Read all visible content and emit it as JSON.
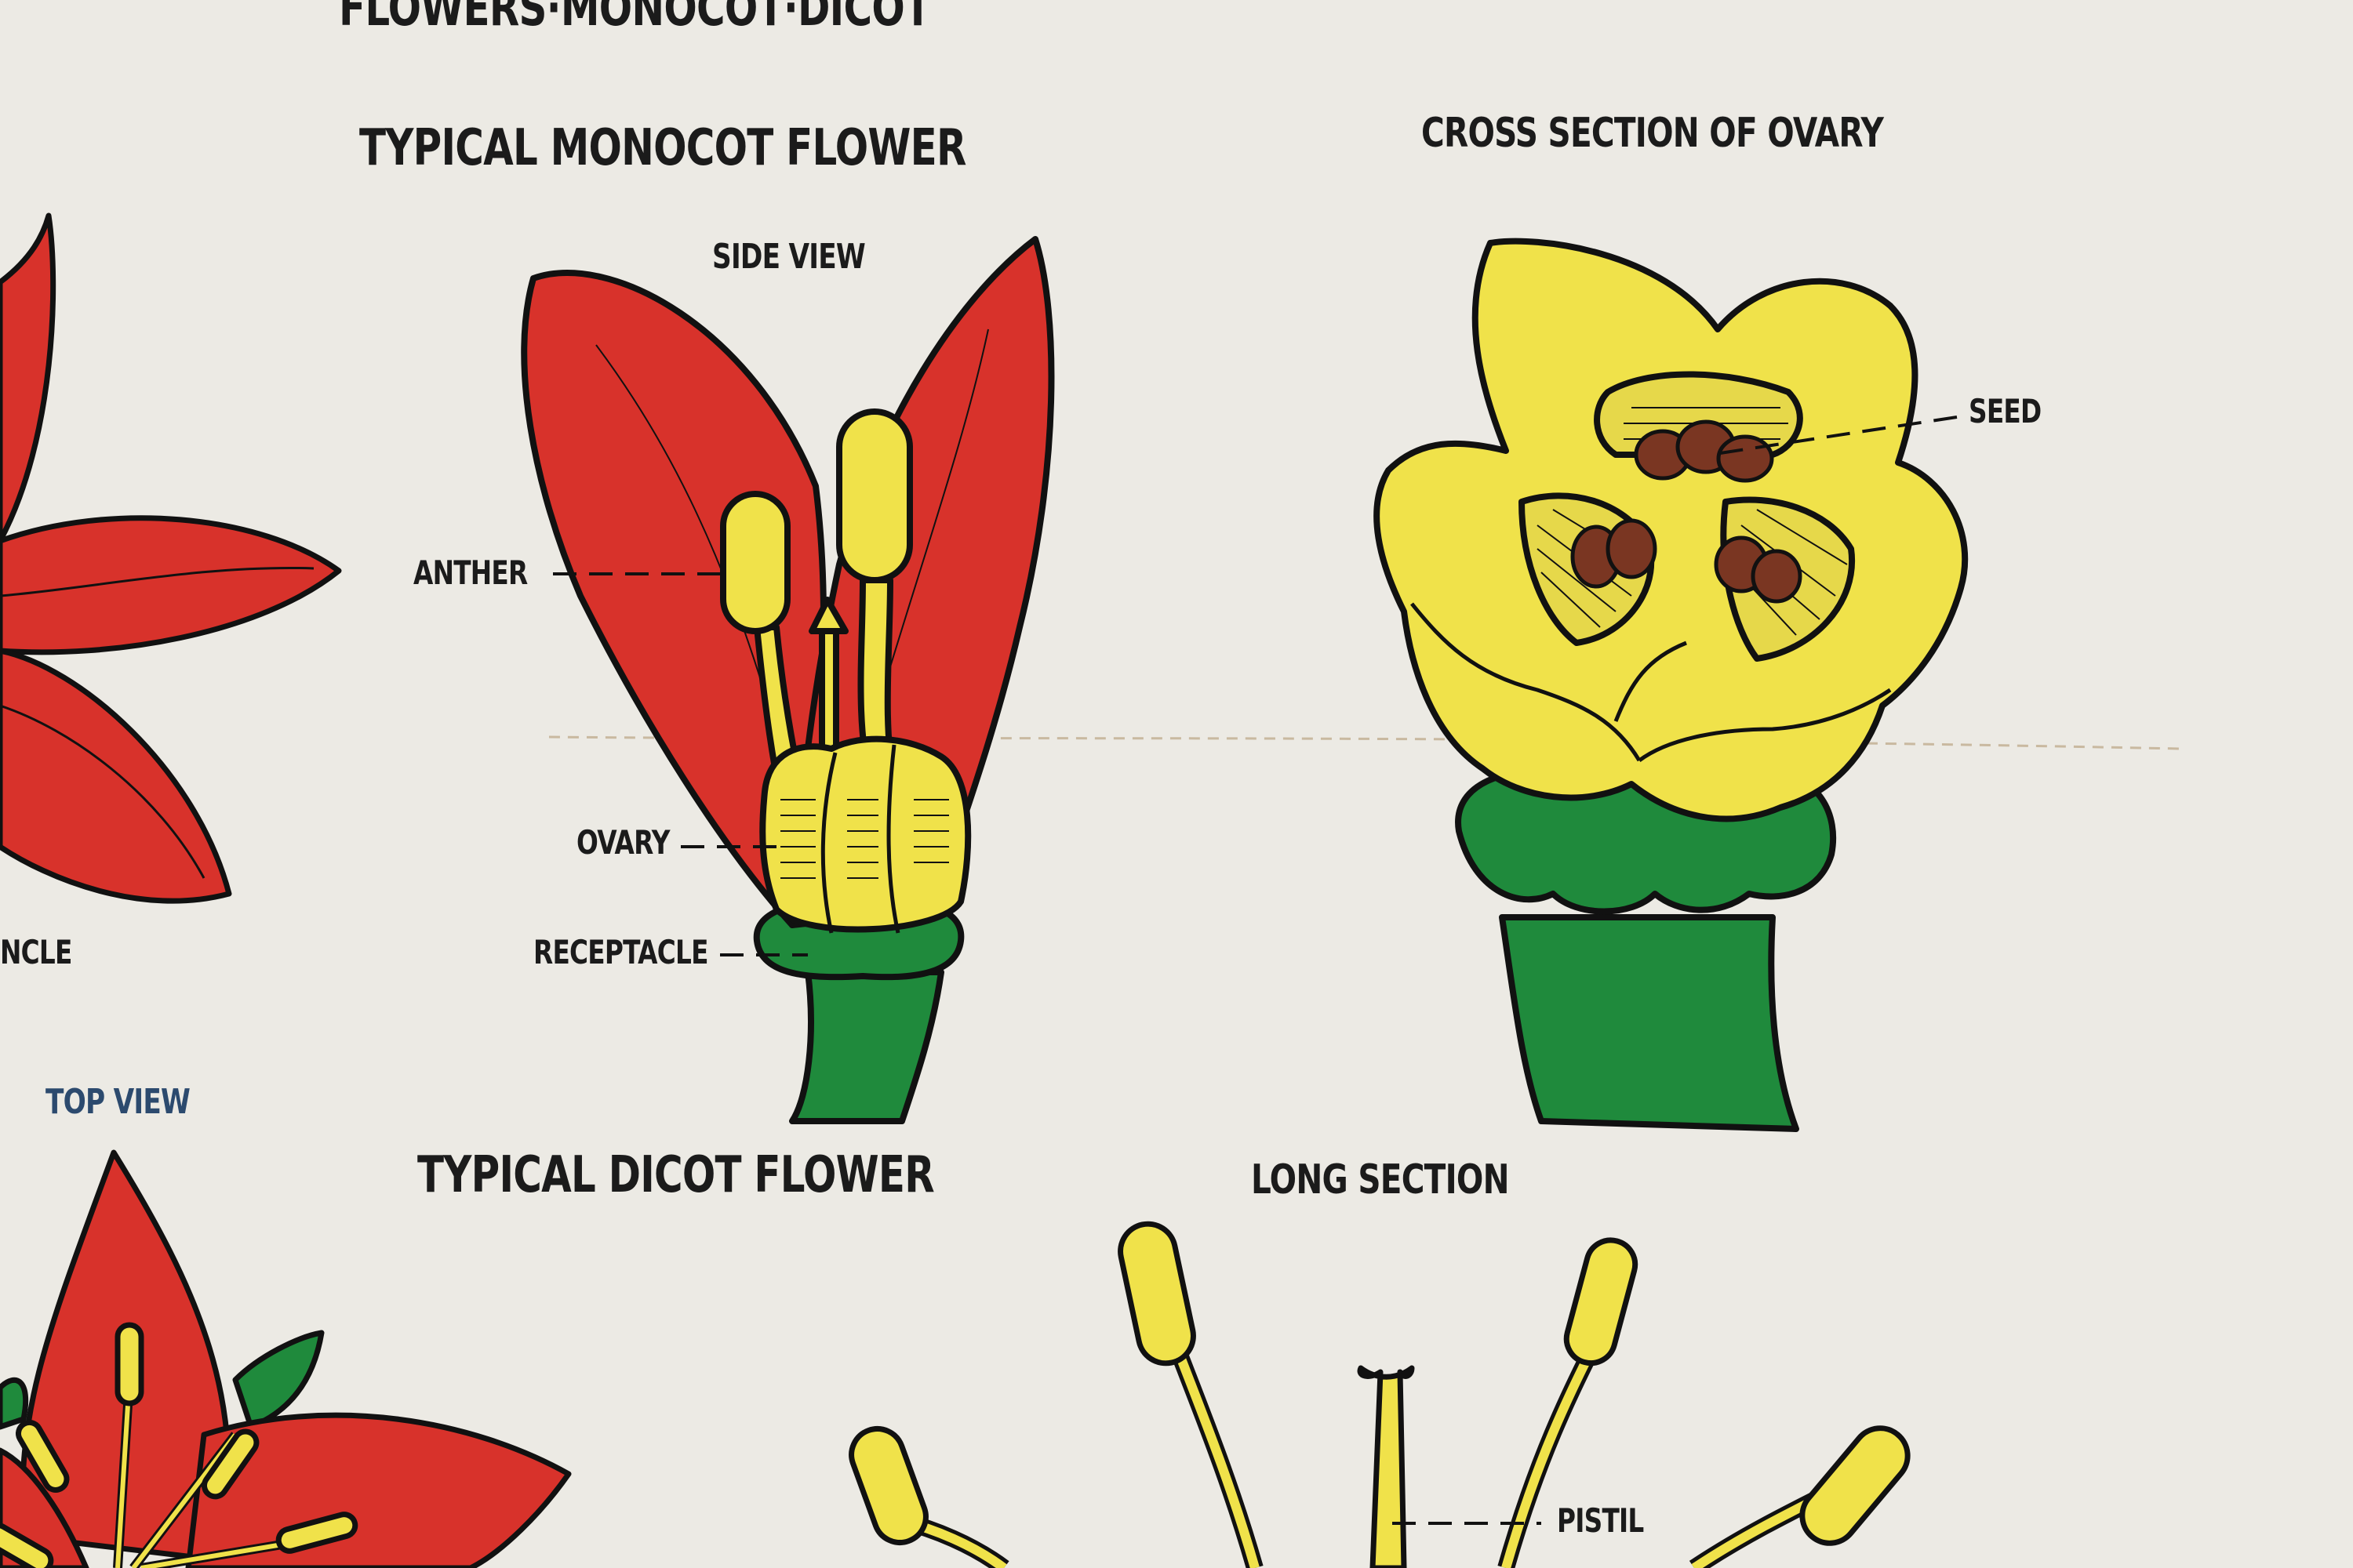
{
  "poster": {
    "main_title": "FLOWERS·MONOCOT·DICOT",
    "colors": {
      "petal_red": "#d8322b",
      "anther_yellow": "#f0e24a",
      "stem_green": "#1f8a3c",
      "seed_brown": "#7a3622",
      "outline": "#111111"
    }
  },
  "monocot": {
    "heading": "TYPICAL MONOCOT FLOWER",
    "side_view": {
      "title": "SIDE VIEW",
      "parts": {
        "anther": "ANTHER",
        "ovary": "OVARY",
        "receptacle": "RECEPTACLE"
      }
    },
    "cross_section": {
      "title": "CROSS SECTION OF OVARY",
      "parts": {
        "seed": "SEED"
      }
    },
    "left_partial": {
      "cropped_label": "NCLE",
      "top_view_title": "TOP VIEW"
    }
  },
  "dicot": {
    "heading": "TYPICAL DICOT FLOWER",
    "long_section": {
      "title": "LONG SECTION",
      "parts": {
        "pistil": "PISTIL"
      }
    }
  }
}
